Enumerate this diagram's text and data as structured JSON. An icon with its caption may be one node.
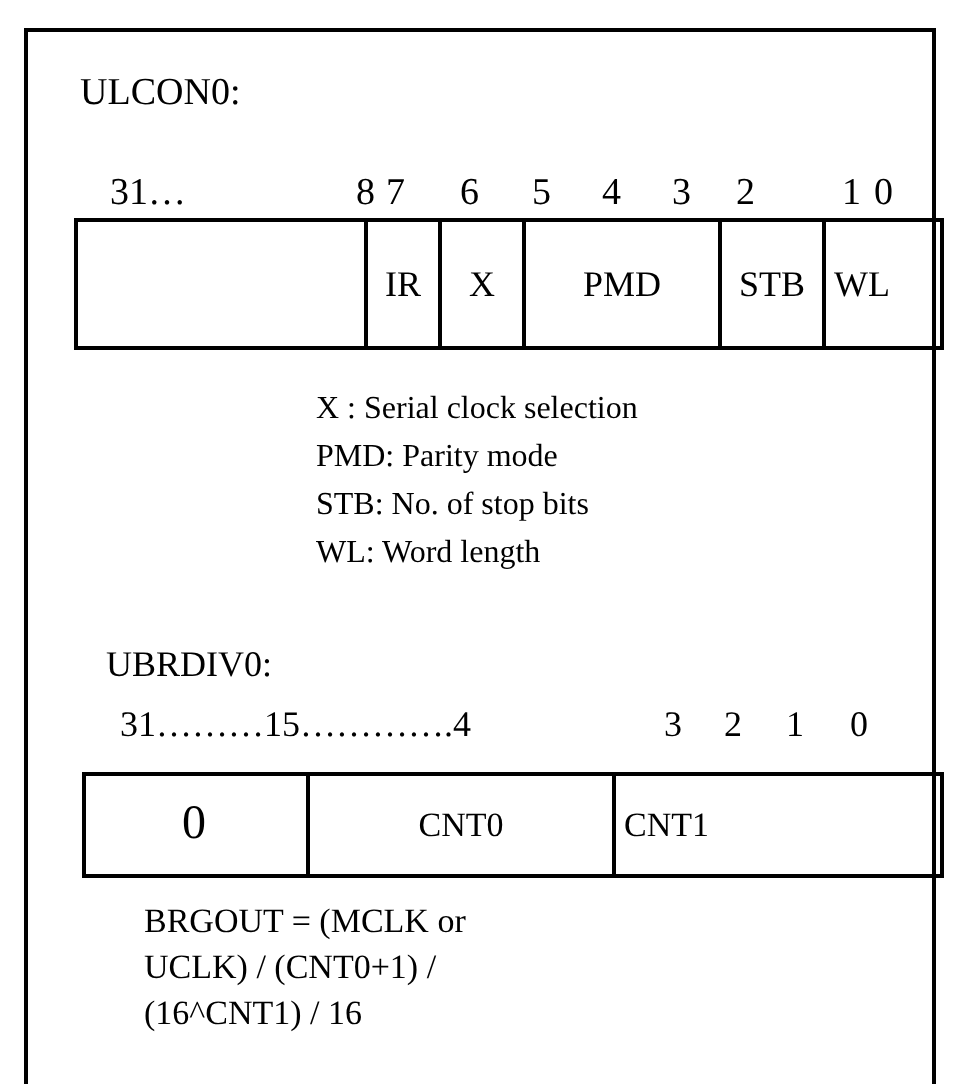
{
  "diagram": {
    "labels": [
      "ULCON0:",
      "31…",
      "8",
      "7",
      "6",
      "5",
      "4",
      "3",
      "2",
      "1",
      "0",
      "IR",
      "X",
      "PMD",
      "STB",
      "WL",
      "X : Serial clock selection",
      "PMD: Parity mode",
      "STB: No. of stop bits",
      "WL: Word length",
      "UBRDIV0:",
      "31………15………….4",
      "3",
      "2",
      "1",
      "0",
      "0",
      "CNT0",
      "CNT1",
      "BRGOUT = (MCLK or UCLK) / (CNT0+1) / (16^CNT1) / 16"
    ]
  }
}
